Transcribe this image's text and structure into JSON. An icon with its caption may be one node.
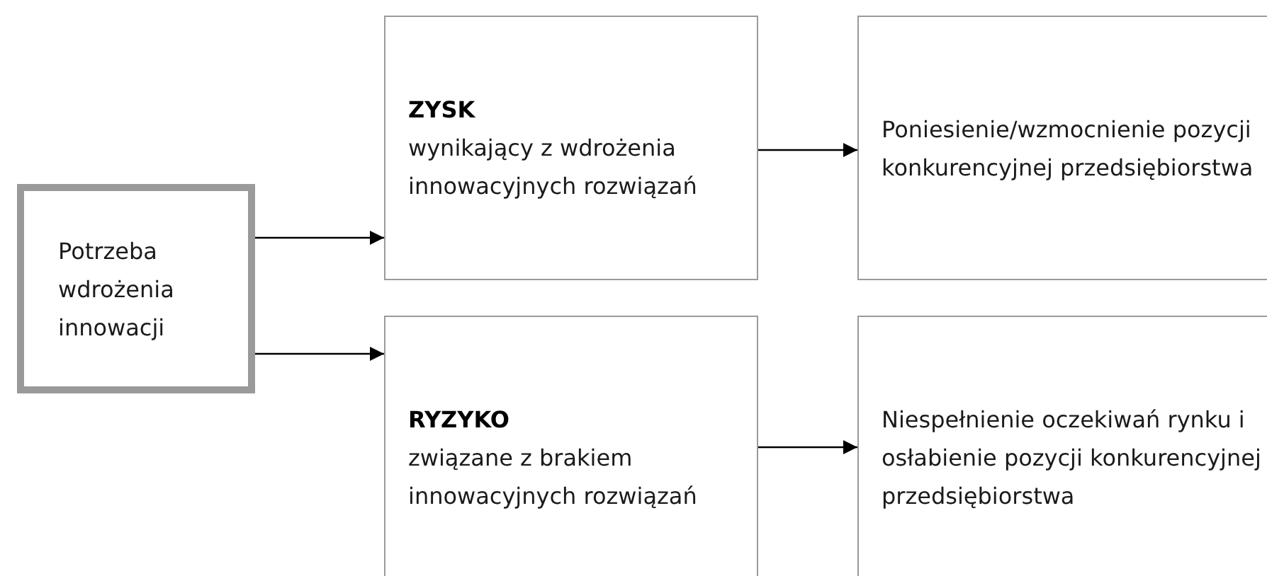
{
  "diagram": {
    "nodes": [
      {
        "text": [
          "Potrzeba wdrożenia innowacji"
        ]
      },
      {
        "text": [
          "ZYSK",
          "wynikający z wdrożenia innowacyjnych rozwiązań"
        ]
      },
      {
        "text": [
          "Poniesienie/wzmocnienie pozycji konkurencyjnej przedsiębiorstwa"
        ]
      },
      {
        "text": [
          "RYZYKO",
          "związane z brakiem innowacyjnych rozwiązań"
        ]
      },
      {
        "text": [
          "Niespełnienie oczekiwań rynku i osłabienie pozycji konkurencyjnej przedsiębiorstwa"
        ]
      }
    ],
    "edges": [
      {
        "from": 0,
        "to": 1,
        "arrow": "to"
      },
      {
        "from": 0,
        "to": 3,
        "arrow": "to"
      },
      {
        "from": 1,
        "to": 2,
        "arrow": "to"
      },
      {
        "from": 3,
        "to": 4,
        "arrow": "to"
      }
    ]
  }
}
